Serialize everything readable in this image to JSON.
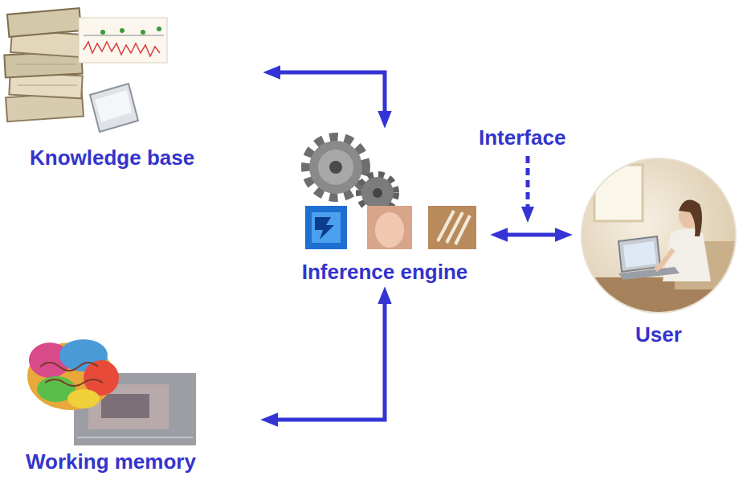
{
  "diagram": {
    "nodes": [
      {
        "text": [
          "Knowledge base"
        ]
      },
      {
        "text": [
          "Inference engine"
        ]
      },
      {
        "text": [
          "User"
        ]
      },
      {
        "text": [
          "Working memory"
        ]
      }
    ],
    "edges": [
      {
        "from": 0,
        "to": 1,
        "arrow": "both"
      },
      {
        "from": 1,
        "to": 3,
        "arrow": "both"
      },
      {
        "from": 1,
        "to": 2,
        "arrow": "both"
      }
    ],
    "labels": [
      "Interface"
    ]
  }
}
